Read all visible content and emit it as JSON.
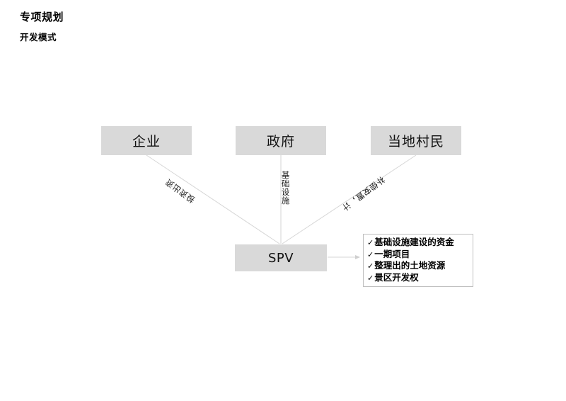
{
  "page": {
    "title_main": "专项规划",
    "title_sub": "开发模式"
  },
  "diagram": {
    "nodes": {
      "enterprise": "企业",
      "government": "政府",
      "villagers": "当地村民",
      "spv": "SPV"
    },
    "edge_labels": {
      "enterprise_to_spv": "投资出资",
      "government_to_spv": "基础设施",
      "villagers_to_spv": "补偿安置，计"
    },
    "checklist": {
      "mark": "✓",
      "items": [
        "基础设施建设的资金",
        "一期项目",
        "整理出的土地资源",
        "景区开发权"
      ]
    },
    "colors": {
      "node_fill": "#d9d9d9",
      "connector": "#d0d0d0",
      "panel_border": "#bfbfbf",
      "text": "#000000",
      "background": "#ffffff"
    }
  }
}
